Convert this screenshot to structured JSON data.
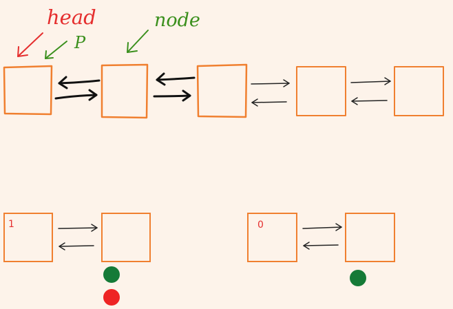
{
  "labels": {
    "head": "head",
    "p": "P",
    "node": "node",
    "box_a_mark": "1",
    "box_b_mark": "0"
  },
  "colors": {
    "background": "#fdf3ea",
    "box_stroke": "#f07f2f",
    "box_fill": "#fdf3ea",
    "arrow_dark": "#111111",
    "arrow_thin": "#222222",
    "head_red": "#e52e2e",
    "node_green": "#3a8f1c",
    "dot_green": "#157a37",
    "dot_red": "#ee2424"
  }
}
